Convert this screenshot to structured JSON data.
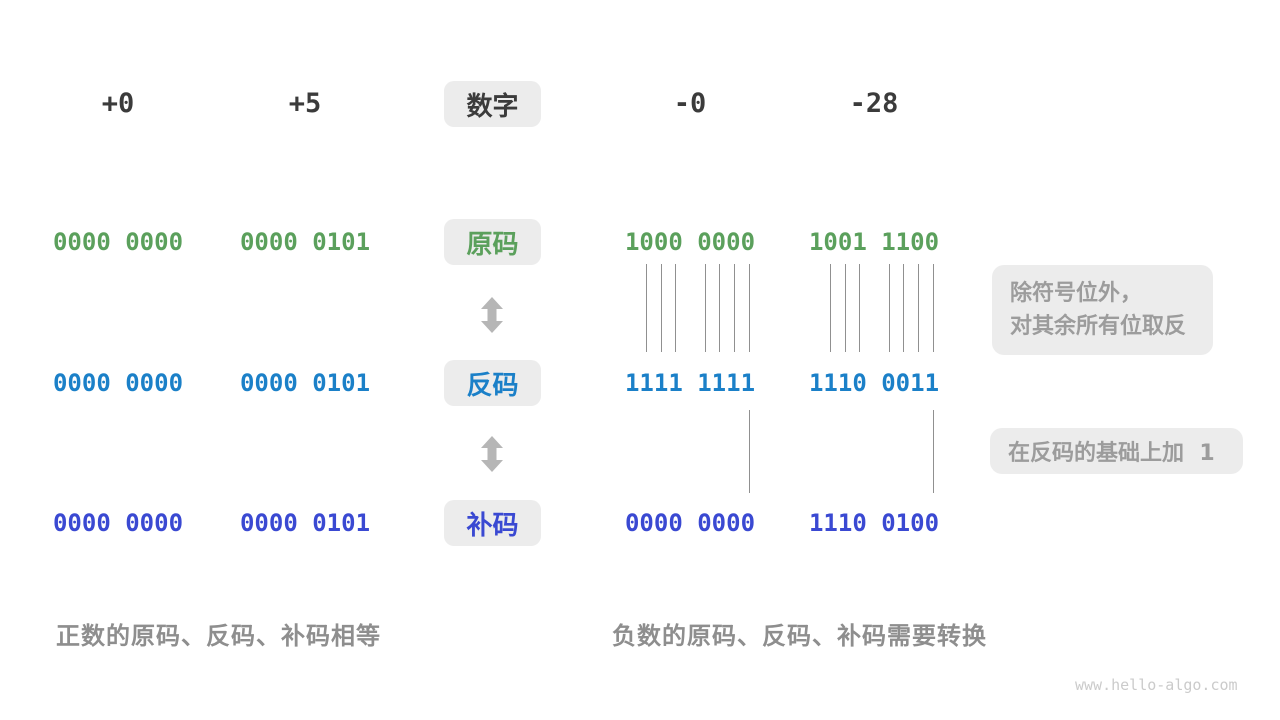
{
  "header": {
    "columns": [
      "+0",
      "+5",
      "-0",
      "-28"
    ],
    "chip_label": "数字"
  },
  "rows": [
    {
      "name": "sign-magnitude",
      "label": "原码",
      "color": "#5BA05C",
      "values": [
        "0000 0000",
        "0000 0101",
        "1000 0000",
        "1001 1100"
      ]
    },
    {
      "name": "ones-complement",
      "label": "反码",
      "color": "#1B80C8",
      "values": [
        "0000 0000",
        "0000 0101",
        "1111 1111",
        "1110 0011"
      ]
    },
    {
      "name": "twos-complement",
      "label": "补码",
      "color": "#3A49D2",
      "values": [
        "0000 0000",
        "0000 0101",
        "0000 0000",
        "1110 0100"
      ]
    }
  ],
  "ticks": {
    "invert_bits": [
      1,
      2,
      3,
      5,
      6,
      7,
      8
    ],
    "plus_one_bits": [
      8
    ]
  },
  "notes": {
    "invert": {
      "line1": "除符号位外，",
      "line2": "对其余所有位取反"
    },
    "plus_one": "在反码的基础上加  1"
  },
  "captions": {
    "positive": "正数的原码、反码、补码相等",
    "negative": "负数的原码、反码、补码需要转换"
  },
  "watermark": "www.hello-algo.com",
  "colors": {
    "text_dark": "#3B3B3B",
    "chip_background": "#ECECEC",
    "note_text": "#9C9C9C",
    "caption_text": "#8E8E8E",
    "arrow_gray": "#B6B6B6",
    "tick_line": "#909090",
    "watermark_text": "#CBCBCB"
  }
}
